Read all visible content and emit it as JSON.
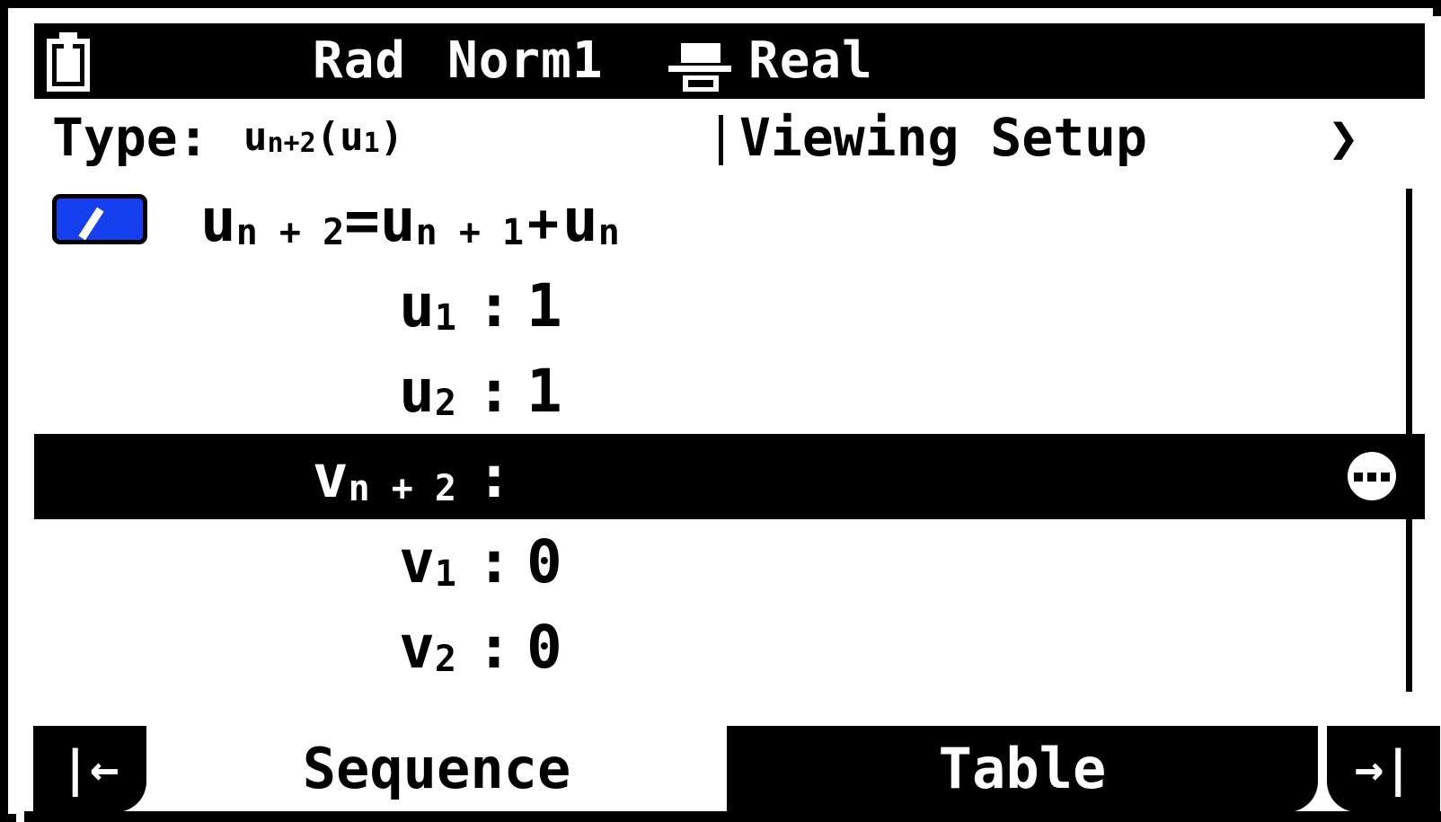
{
  "status_bar": {
    "battery_icon": "battery-icon",
    "angle_mode": "Rad",
    "number_mode": "Norm1",
    "display_icon": "fraction-display-icon",
    "complex_mode": "Real"
  },
  "header": {
    "type_label": "Type:",
    "type_value_main": "u",
    "type_value_sub1": "n+2",
    "type_value_paren_open": "(u",
    "type_value_sub2": "1",
    "type_value_paren_close": ")",
    "divider": "|",
    "viewing_setup_label": "Viewing Setup",
    "chevron": "❯"
  },
  "sequence_rows": [
    {
      "id": "u-recurrence",
      "checkbox_checked": true,
      "name_main": "u",
      "name_sub": "n + 2",
      "equals": "=",
      "rhs_a_main": "u",
      "rhs_a_sub": "n + 1",
      "rhs_op": "+",
      "rhs_b_main": "u",
      "rhs_b_sub": "n",
      "selected": false
    },
    {
      "id": "u1",
      "name_main": "u",
      "name_sub": "1",
      "colon": ":",
      "value": "1",
      "selected": false
    },
    {
      "id": "u2",
      "name_main": "u",
      "name_sub": "2",
      "colon": ":",
      "value": "1",
      "selected": false
    },
    {
      "id": "v-recurrence",
      "name_main": "v",
      "name_sub": "n + 2",
      "colon": ":",
      "value": "",
      "selected": true,
      "more_icon": "more-options-icon"
    },
    {
      "id": "v1",
      "name_main": "v",
      "name_sub": "1",
      "colon": ":",
      "value": "0",
      "selected": false
    },
    {
      "id": "v2",
      "name_main": "v",
      "name_sub": "2",
      "colon": ":",
      "value": "0",
      "selected": false
    }
  ],
  "tab_bar": {
    "first_button_icon": "|←",
    "last_button_icon": "→|",
    "tabs": [
      {
        "label": "Sequence",
        "active": true
      },
      {
        "label": "Table",
        "active": false
      }
    ]
  },
  "colors": {
    "background": "#ffffff",
    "foreground": "#000000",
    "checkbox_accent": "#1540f0"
  }
}
